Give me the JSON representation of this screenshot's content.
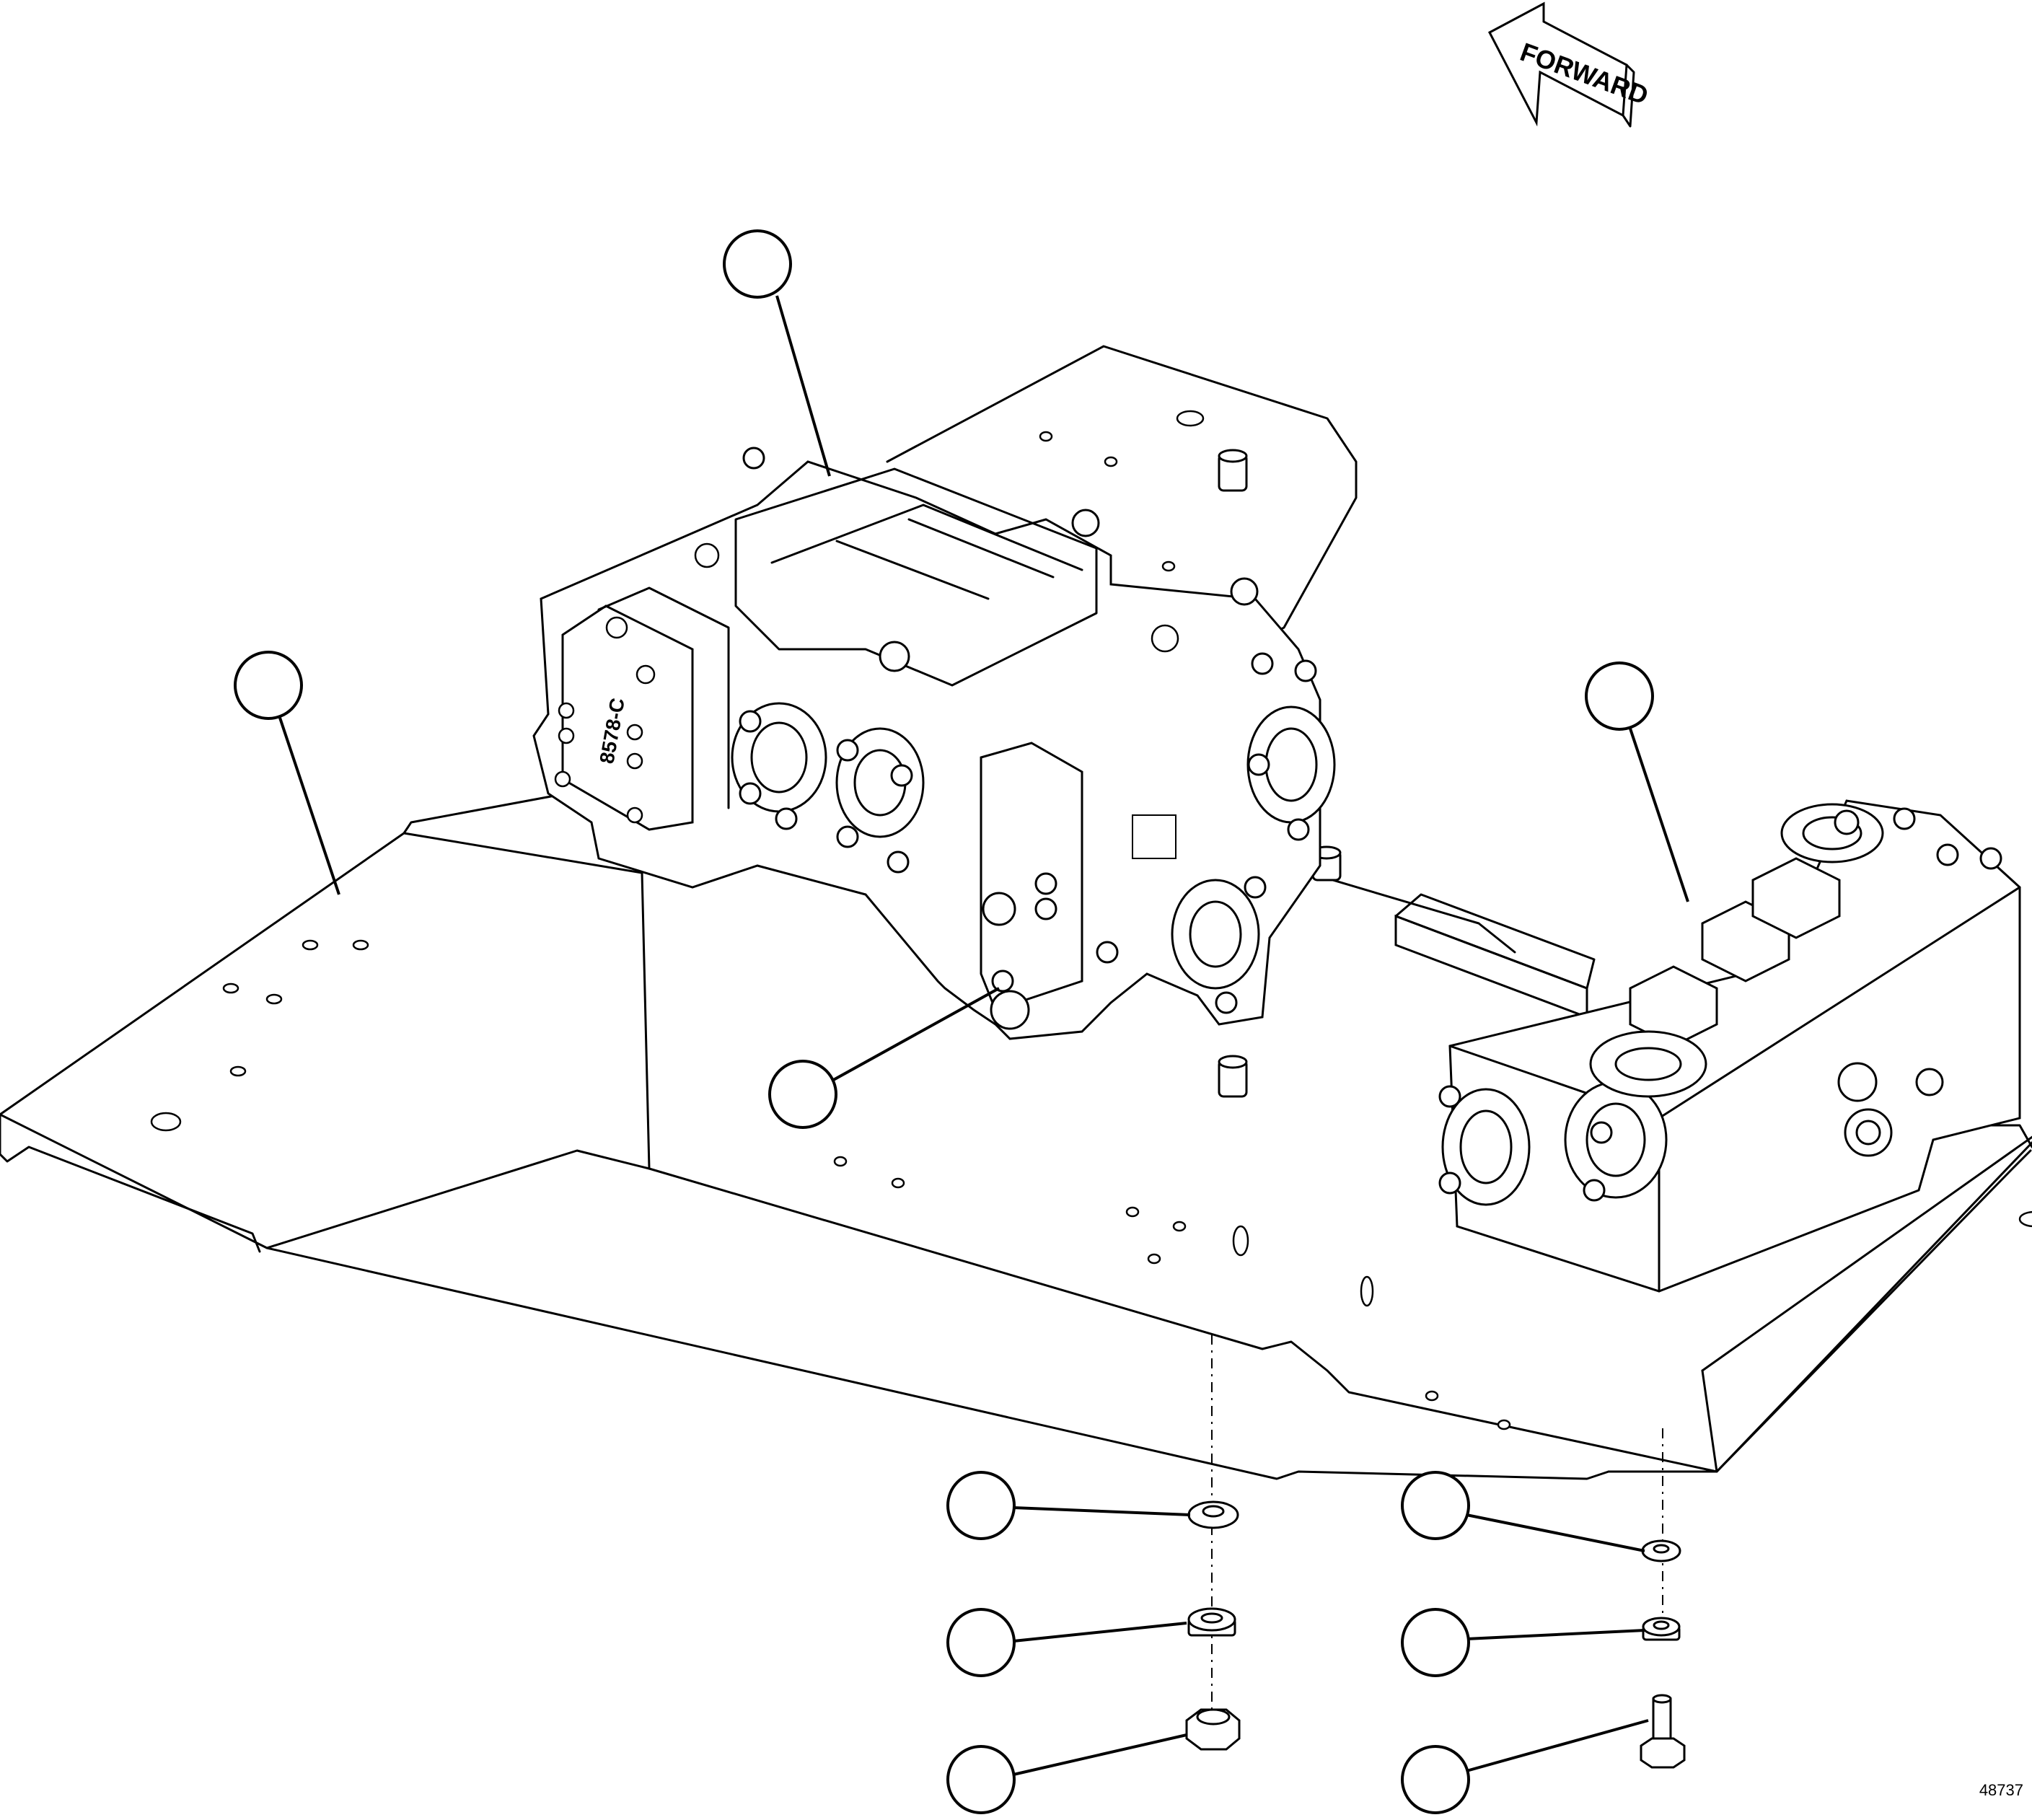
{
  "direction_arrow": {
    "label": "FORWARD"
  },
  "part_stamps": {
    "pump_cover": "8578-C"
  },
  "figure_number": "48737"
}
